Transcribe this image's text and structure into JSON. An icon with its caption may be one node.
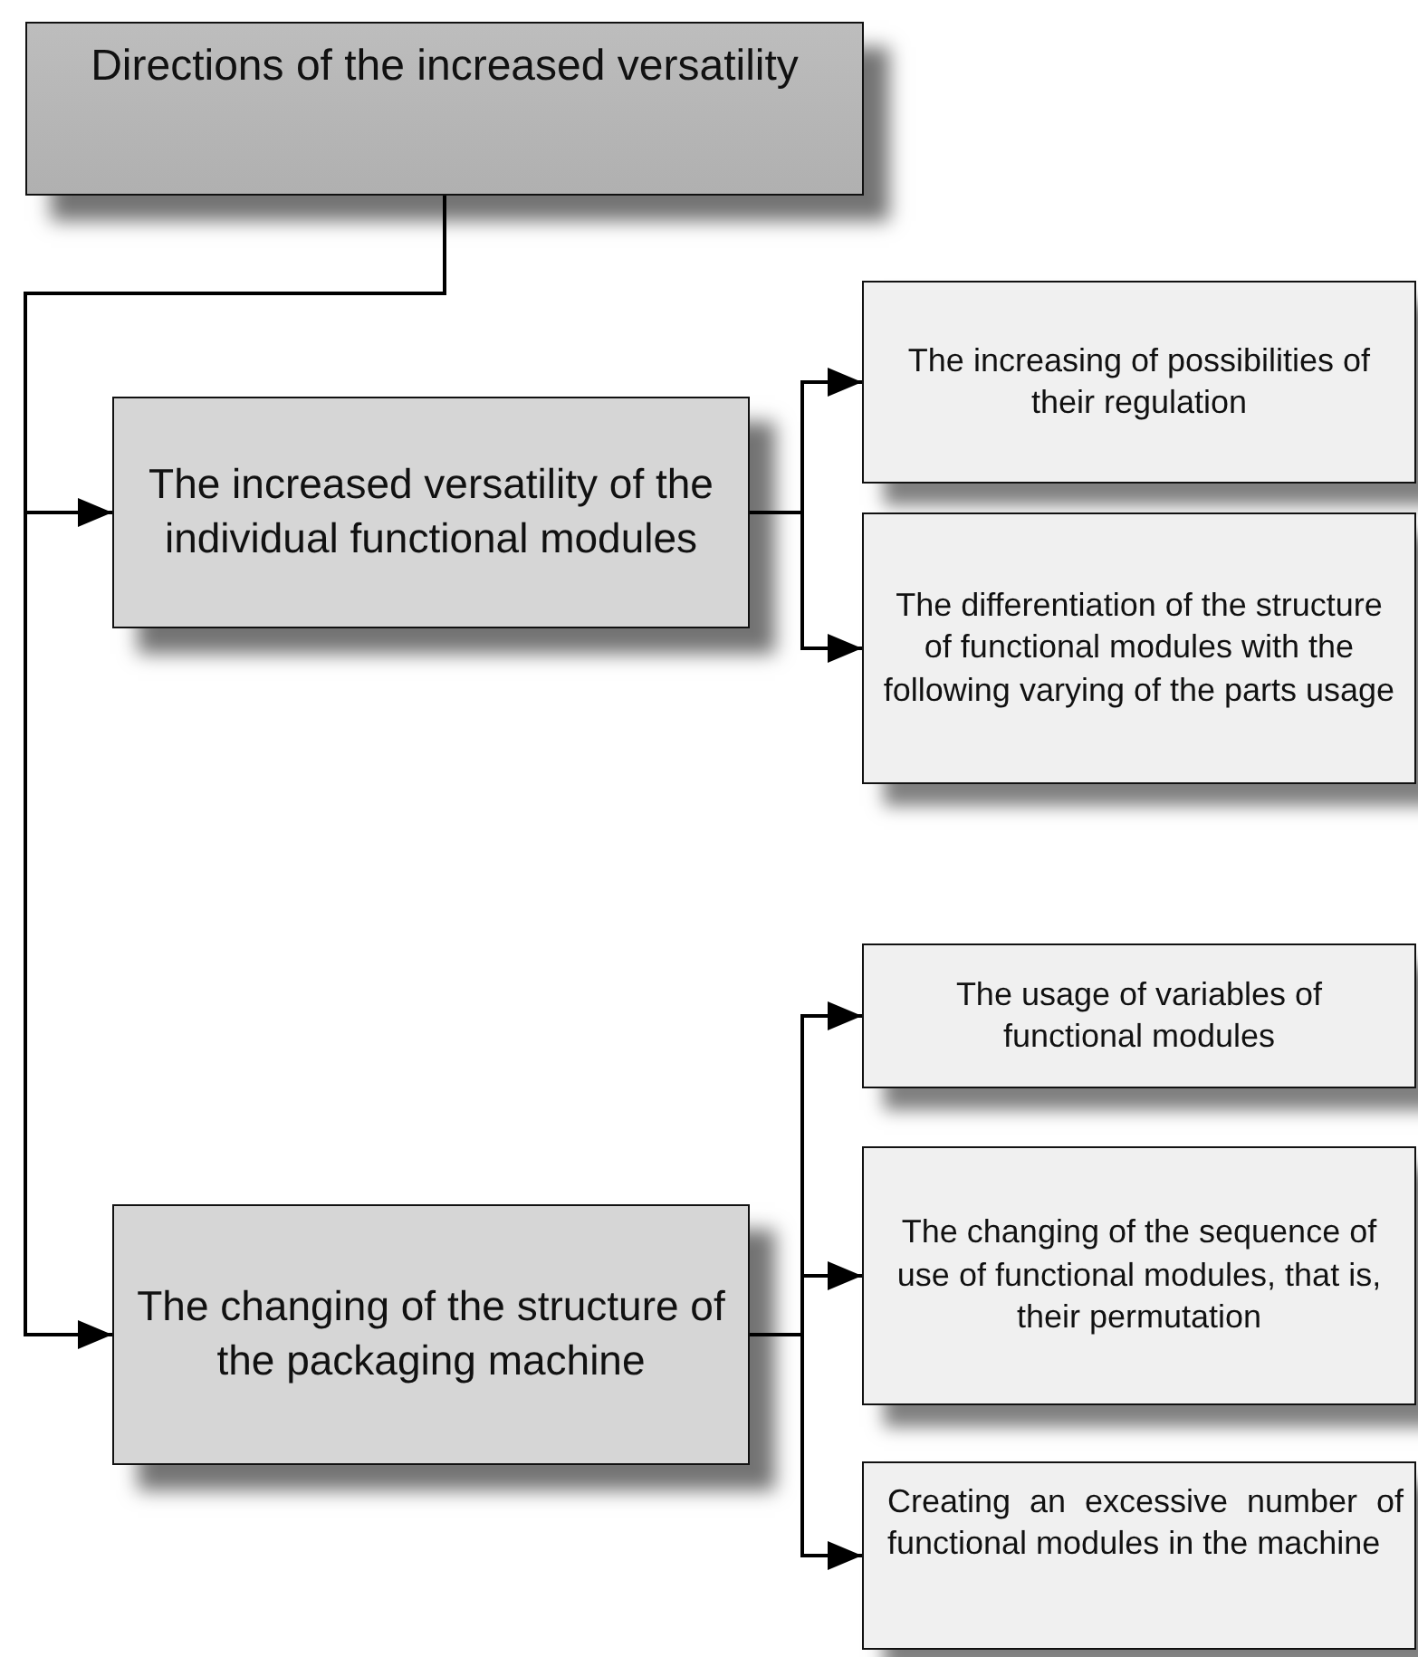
{
  "diagram": {
    "nodes": [
      {
        "text": [
          "Directions of the increased versatility"
        ]
      },
      {
        "text": [
          "The increased versatility of the individual functional modules"
        ]
      },
      {
        "text": [
          "The increasing of possibilities of their regulation"
        ]
      },
      {
        "text": [
          "The differentiation of the structure of functional modules with the following varying of the parts usage"
        ]
      },
      {
        "text": [
          "The changing of the structure of the packaging machine"
        ]
      },
      {
        "text": [
          "The usage of variables of functional modules"
        ]
      },
      {
        "text": [
          "The changing of the sequence of use of functional modules, that is, their permutation"
        ]
      },
      {
        "text": [
          "Creating an excessive number of functional modules in the machine"
        ]
      }
    ],
    "edges": [
      {
        "from": 0,
        "to": 1,
        "arrow": "to"
      },
      {
        "from": 0,
        "to": 4,
        "arrow": "to"
      },
      {
        "from": 1,
        "to": 2,
        "arrow": "to"
      },
      {
        "from": 1,
        "to": 3,
        "arrow": "to"
      },
      {
        "from": 4,
        "to": 5,
        "arrow": "to"
      },
      {
        "from": 4,
        "to": 6,
        "arrow": "to"
      },
      {
        "from": 4,
        "to": 7,
        "arrow": "to"
      }
    ]
  }
}
